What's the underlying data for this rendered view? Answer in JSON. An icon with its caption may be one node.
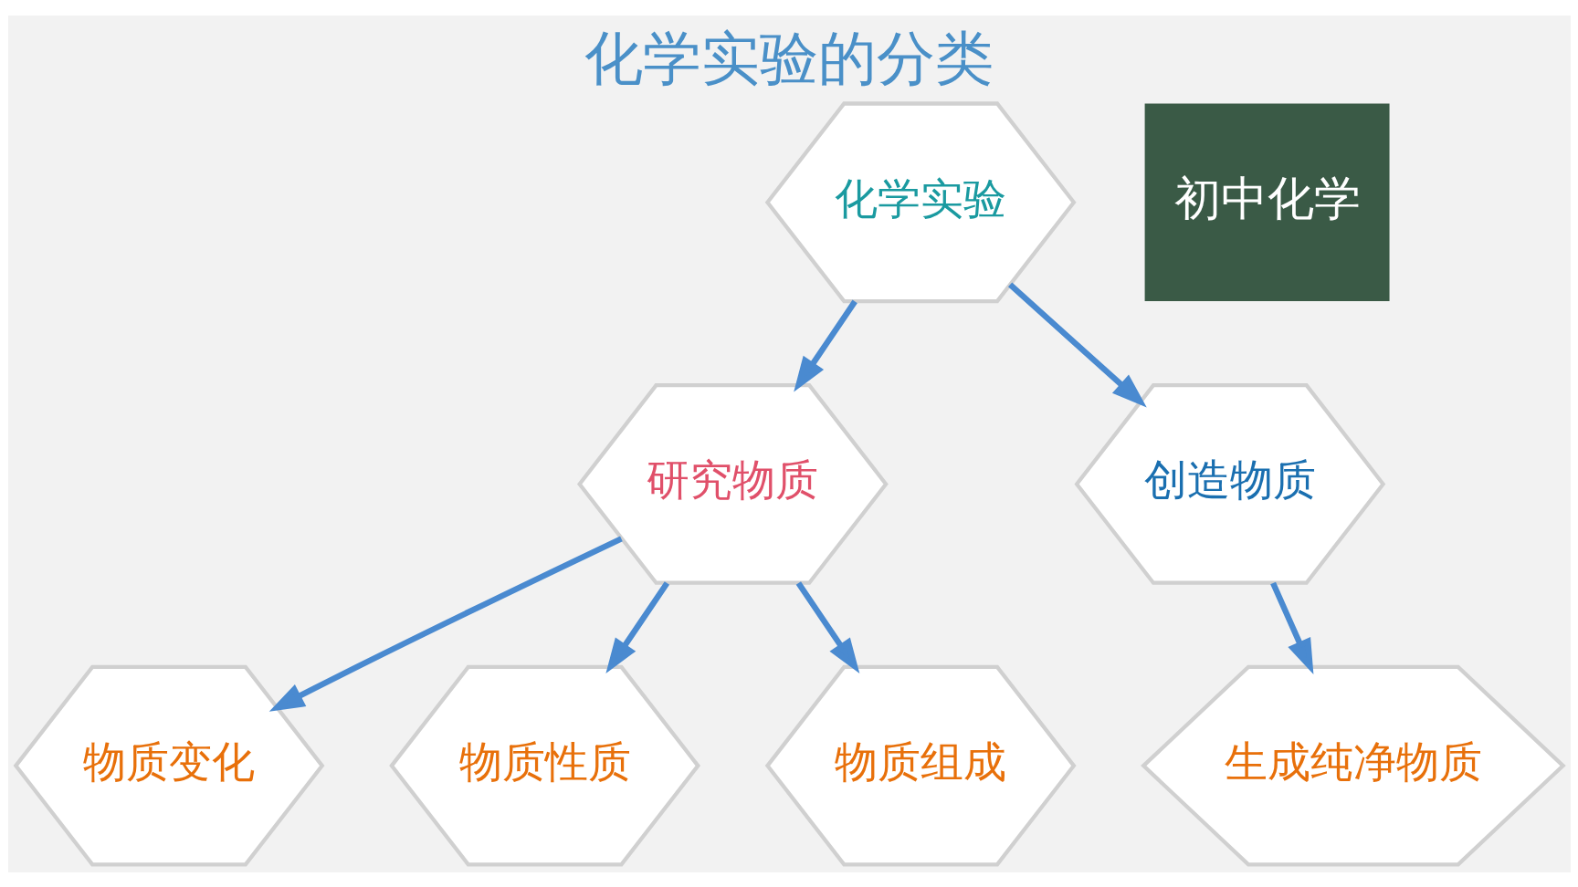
{
  "diagram": {
    "title": "化学实验的分类",
    "nodes": [
      {
        "text": [
          "化学实验"
        ]
      },
      {
        "text": [
          "研究物质"
        ]
      },
      {
        "text": [
          "创造物质"
        ]
      },
      {
        "text": [
          "物质变化"
        ]
      },
      {
        "text": [
          "物质性质"
        ]
      },
      {
        "text": [
          "物质组成"
        ]
      },
      {
        "text": [
          "生成纯净物质"
        ]
      }
    ],
    "edges": [
      {
        "from": 0,
        "to": 1,
        "arrow": "to"
      },
      {
        "from": 0,
        "to": 2,
        "arrow": "to"
      },
      {
        "from": 1,
        "to": 3,
        "arrow": "to"
      },
      {
        "from": 1,
        "to": 4,
        "arrow": "to"
      },
      {
        "from": 1,
        "to": 5,
        "arrow": "to"
      },
      {
        "from": 2,
        "to": 6,
        "arrow": "to"
      }
    ],
    "labels": [
      "初中化学"
    ]
  }
}
